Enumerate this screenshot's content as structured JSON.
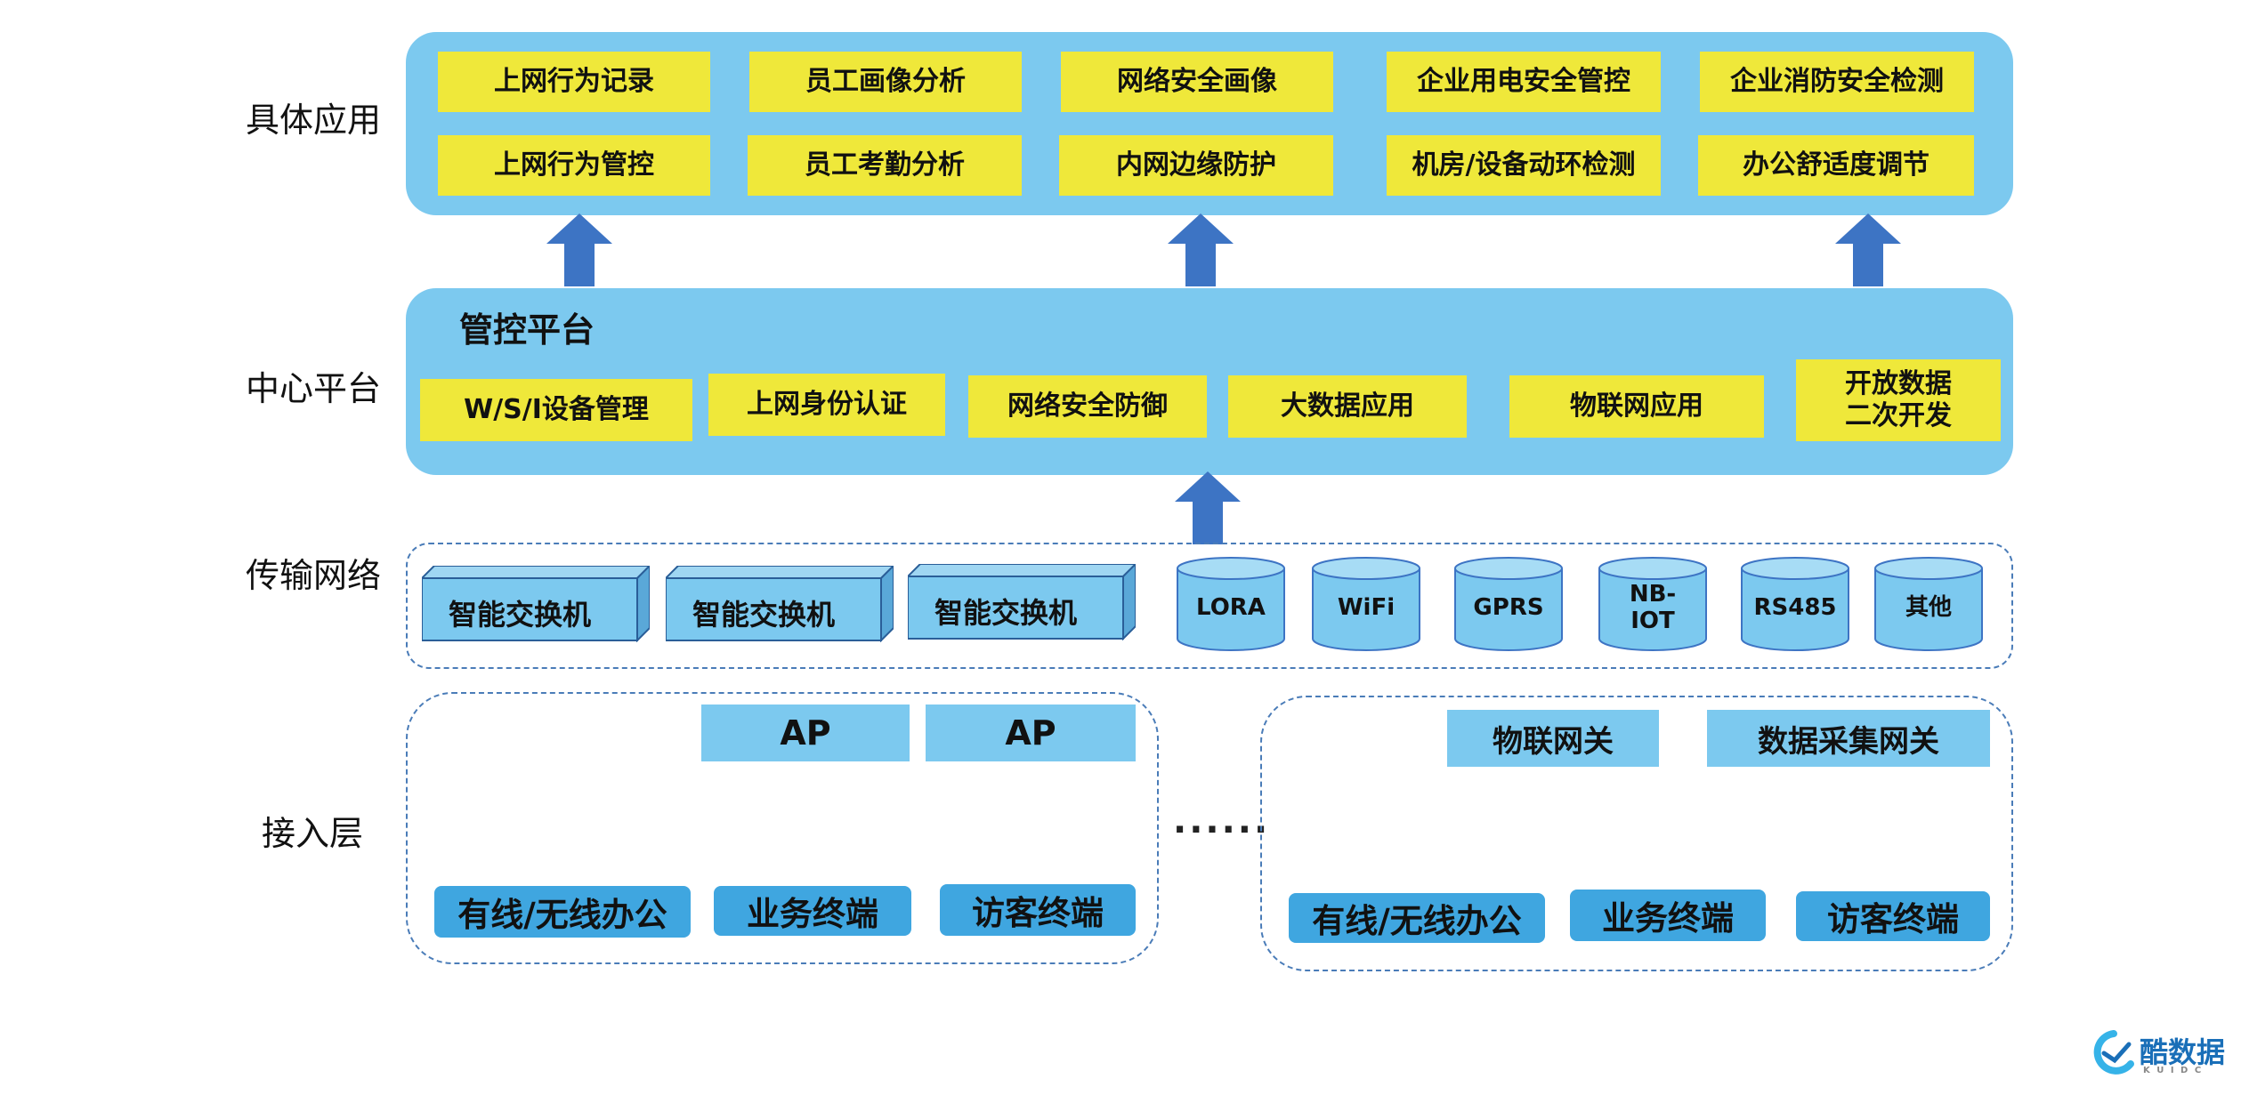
{
  "layers": {
    "application": "具体应用",
    "center": "中心平台",
    "network": "传输网络",
    "access": "接入层"
  },
  "application": {
    "row1": [
      "上网行为记录",
      "员工画像分析",
      "网络安全画像",
      "企业用电安全管控",
      "企业消防安全检测"
    ],
    "row2": [
      "上网行为管控",
      "员工考勤分析",
      "内网边缘防护",
      "机房/设备动环检测",
      "办公舒适度调节"
    ]
  },
  "center": {
    "title": "管控平台",
    "items": [
      "W/S/I设备管理",
      "上网身份认证",
      "网络安全防御",
      "大数据应用",
      "物联网应用"
    ],
    "open_data_line1": "开放数据",
    "open_data_line2": "二次开发"
  },
  "network": {
    "switches": [
      "智能交换机",
      "智能交换机",
      "智能交换机"
    ],
    "protocols": [
      "LORA",
      "WiFi",
      "GPRS",
      "NB-\nIOT",
      "RS485",
      "其他"
    ]
  },
  "access": {
    "left": {
      "ap": [
        "AP",
        "AP"
      ],
      "terminals": [
        "有线/无线办公",
        "业务终端",
        "访客终端"
      ]
    },
    "ellipsis": "......",
    "right": {
      "gateways": [
        "物联网关",
        "数据采集网关"
      ],
      "terminals": [
        "有线/无线办公",
        "业务终端",
        "访客终端"
      ]
    }
  },
  "watermark": {
    "name": "酷数据",
    "sub": "K U I D C"
  },
  "colors": {
    "panel": "#7cc9ef",
    "yellow": "#efe83a",
    "arrow": "#3d74c4",
    "terminal": "#3fa6e0",
    "dashed": "#4a7cb8"
  }
}
